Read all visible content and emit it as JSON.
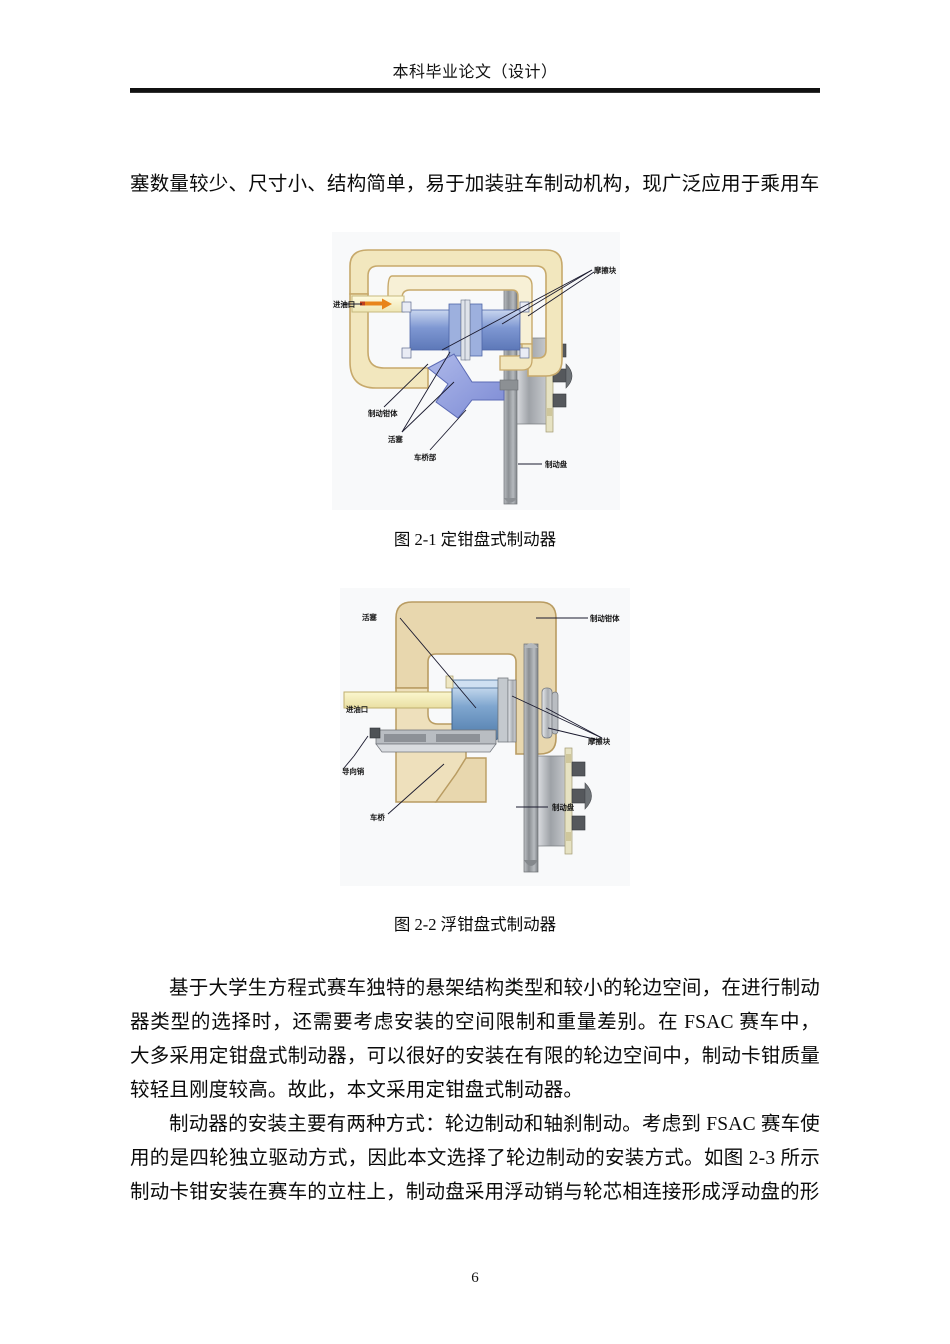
{
  "document": {
    "header_title": "本科毕业论文（设计）",
    "page_number": "6"
  },
  "body": {
    "paragraph_top": "塞数量较少、尺寸小、结构简单，易于加装驻车制动机构，现广泛应用于乘用车",
    "paragraph_2": "基于大学生方程式赛车独特的悬架结构类型和较小的轮边空间，在进行制动器类型的选择时，还需要考虑安装的空间限制和重量差别。在 FSAC 赛车中，大多采用定钳盘式制动器，可以很好的安装在有限的轮边空间中，制动卡钳质量较轻且刚度较高。故此，本文采用定钳盘式制动器。",
    "paragraph_3": "制动器的安装主要有两种方式：轮边制动和轴刹制动。考虑到 FSAC 赛车使用的是四轮独立驱动方式，因此本文选择了轮边制动的安装方式。如图 2-3 所示制动卡钳安装在赛车的立柱上，制动盘采用浮动销与轮芯相连接形成浮动盘的形"
  },
  "figures": [
    {
      "id": "fig-2-1",
      "caption": "图 2-1 定钳盘式制动器",
      "labels": {
        "oil_inlet": "进油口",
        "caliper_body": "制动钳体",
        "piston": "活塞",
        "axle_part": "车桥部",
        "friction_pad": "摩擦块",
        "brake_disc": "制动盘"
      }
    },
    {
      "id": "fig-2-2",
      "caption": "图 2-2 浮钳盘式制动器",
      "labels": {
        "piston": "活塞",
        "oil_inlet": "进油口",
        "caliper_body": "制动钳体",
        "guide_pin": "导向销",
        "axle": "车桥",
        "friction_pad": "摩擦块",
        "brake_disc": "制动盘"
      }
    }
  ],
  "colors": {
    "figure_background": "#f8f9fa",
    "caliper_body": "#f6eec9",
    "caliper_body_2": "#e8d7ae",
    "caliper_outline": "#caa96a",
    "piston_blue": "#8fa6d8",
    "piston_blue_dark": "#5f79b8",
    "disc_gray": "#9a9a9a",
    "disc_gray_light": "#d0d0d0",
    "arrow_orange": "#e8841a",
    "leader_line": "#1a1a2e",
    "axle_blue": "#8e9fe0"
  }
}
